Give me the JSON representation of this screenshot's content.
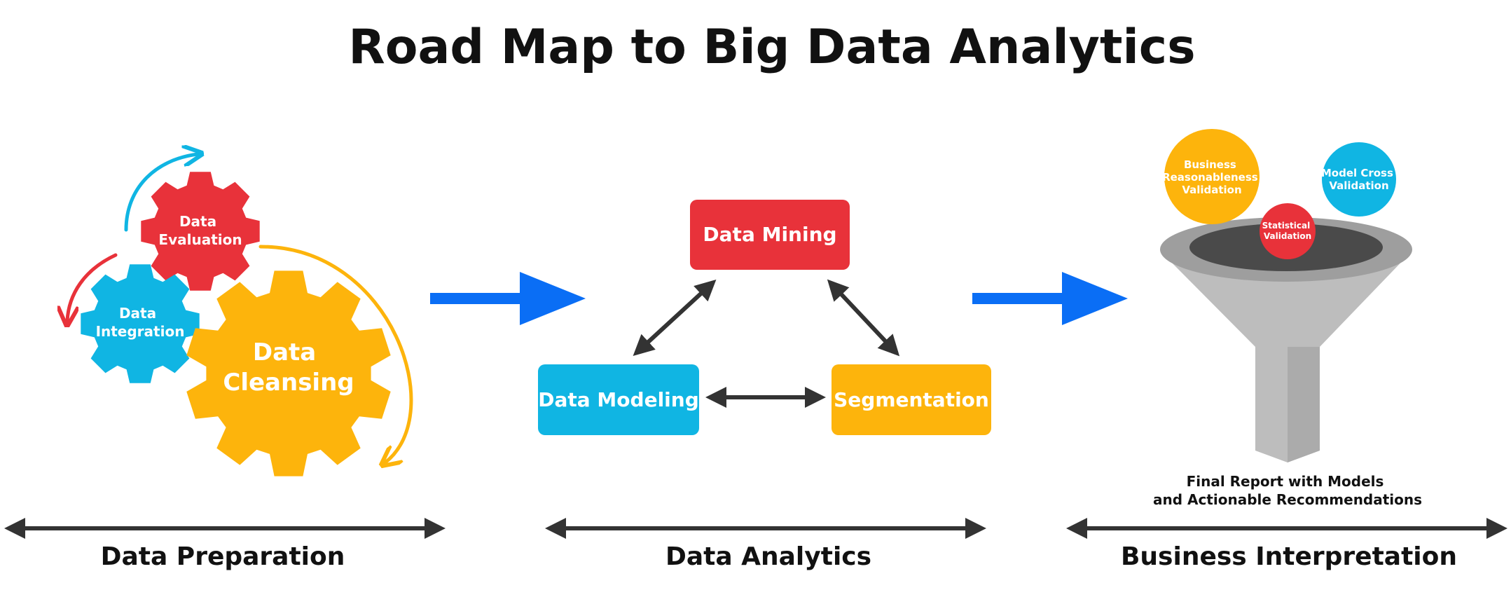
{
  "title": "Road Map to Big Data Analytics",
  "colors": {
    "red": "#E8323A",
    "blue": "#10B5E3",
    "orange": "#FDB40C",
    "arrow_blue": "#0A6EF5",
    "dark": "#333333",
    "funnel_light": "#BDBDBD",
    "funnel_dark": "#4A4A4A"
  },
  "stages": [
    {
      "label": "Data Preparation"
    },
    {
      "label": "Data Analytics"
    },
    {
      "label": "Business Interpretation"
    }
  ],
  "preparation": {
    "evaluation": {
      "line1": "Data",
      "line2": "Evaluation"
    },
    "integration": {
      "line1": "Data",
      "line2": "Integration"
    },
    "cleansing": {
      "line1": "Data",
      "line2": "Cleansing"
    }
  },
  "analytics": {
    "mining": "Data Mining",
    "modeling": "Data Modeling",
    "segmentation": "Segmentation"
  },
  "interpretation": {
    "business": {
      "line1": "Business",
      "line2": "Reasonableness",
      "line3": "Validation"
    },
    "model_cross": {
      "line1": "Model Cross",
      "line2": "Validation"
    },
    "statistical": {
      "line1": "Statistical",
      "line2": "Validation"
    },
    "final_report": {
      "line1": "Final Report with Models",
      "line2": "and Actionable Recommendations"
    }
  }
}
